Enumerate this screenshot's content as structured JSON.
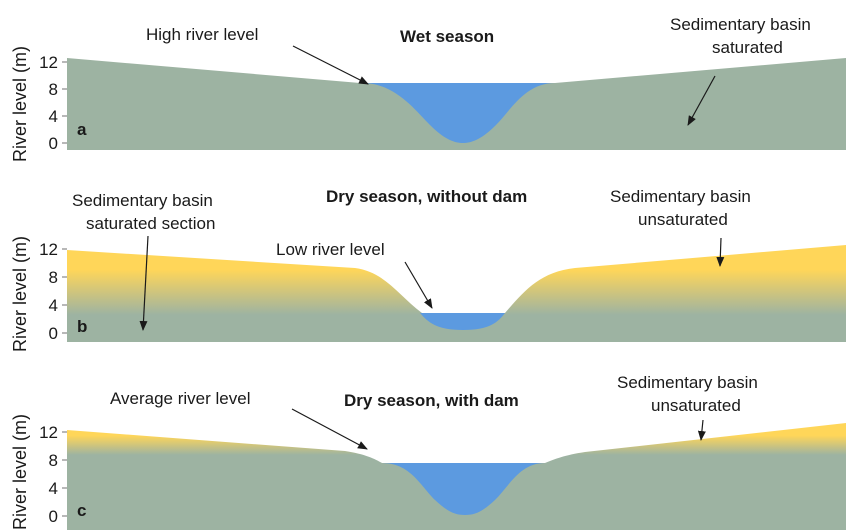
{
  "colors": {
    "ground": "#9db3a2",
    "water": "#5c9ae0",
    "unsaturated": "#ffd659",
    "text": "#1a1a1a"
  },
  "y_axis_label": "River level (m)",
  "y_ticks": [
    "0",
    "4",
    "8",
    "12"
  ],
  "panels": [
    {
      "letter": "a",
      "title": "Wet season",
      "labels": {
        "river": "High river level",
        "basin_line1": "Sedimentary basin",
        "basin_line2": "saturated"
      }
    },
    {
      "letter": "b",
      "title": "Dry season, without dam",
      "labels": {
        "river": "Low river level",
        "left_line1": "Sedimentary basin",
        "left_line2": "saturated section",
        "right_line1": "Sedimentary basin",
        "right_line2": "unsaturated"
      }
    },
    {
      "letter": "c",
      "title": "Dry season, with dam",
      "labels": {
        "river": "Average river level",
        "right_line1": "Sedimentary basin",
        "right_line2": "unsaturated"
      }
    }
  ]
}
